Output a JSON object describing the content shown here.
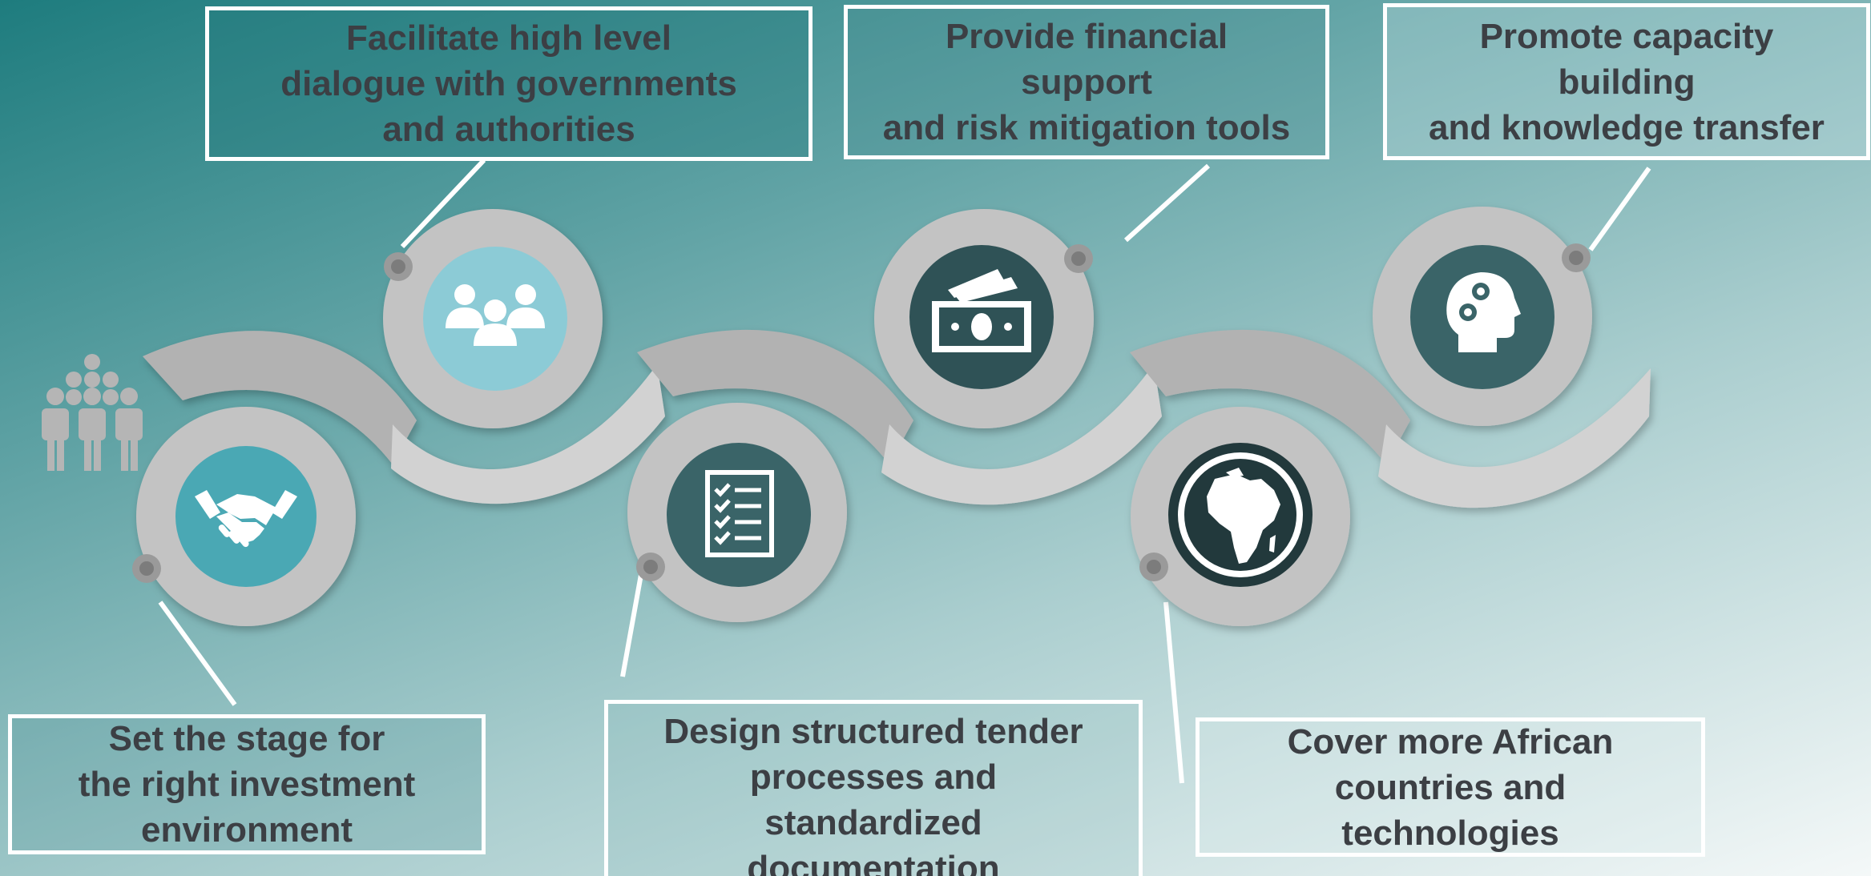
{
  "colors": {
    "background_start": "#1e7c7e",
    "background_end": "#f4f8f8",
    "ribbon": "#b9b9b9",
    "ring": "#c3c3c3",
    "icon_light": "#8ccbd6",
    "icon_teal": "#4aa8b4",
    "icon_dark": "#3a6468",
    "text": "#3c3f44",
    "box_border": "#ffffff"
  },
  "steps": [
    {
      "icon": "handshake-icon",
      "text": "Set the stage for\nthe right investment\nenvironment"
    },
    {
      "icon": "people-group-icon",
      "text": "Facilitate high level\ndialogue with governments\nand authorities"
    },
    {
      "icon": "checklist-icon",
      "text": "Design structured tender\nprocesses and\nstandardized\ndocumentation"
    },
    {
      "icon": "money-icon",
      "text": "Provide financial\nsupport\nand risk mitigation tools"
    },
    {
      "icon": "globe-africa-icon",
      "text": "Cover more African\ncountries and\ntechnologies"
    },
    {
      "icon": "head-gears-icon",
      "text": "Promote capacity\nbuilding\nand knowledge transfer"
    }
  ],
  "decoration": {
    "icon": "people-tree-icon"
  }
}
